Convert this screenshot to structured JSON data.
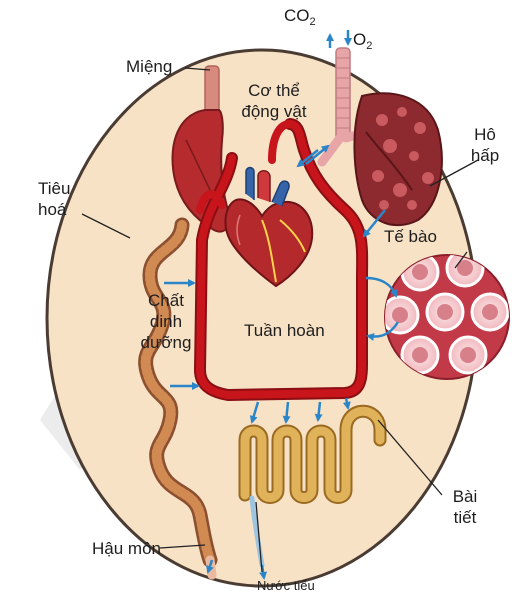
{
  "labels": {
    "co2": "CO",
    "co2_sub": "2",
    "o2": "O",
    "o2_sub": "2",
    "mouth": "Miệng",
    "animal_body_line1": "Cơ thể",
    "animal_body_line2": "động vật",
    "respiration_line1": "Hô",
    "respiration_line2": "hấp",
    "digestion_line1": "Tiêu",
    "digestion_line2": "hoá",
    "cells": "Tế bào",
    "nutrients_line1": "Chất",
    "nutrients_line2": "dinh",
    "nutrients_line3": "dưỡng",
    "circulation": "Tuần hoàn",
    "excretion_line1": "Bài",
    "excretion_line2": "tiết",
    "anus": "Hậu môn",
    "urine": "Nước tiểu"
  },
  "colors": {
    "body_fill": "#f8e2c6",
    "body_outline": "#4a3c33",
    "blood_vessel": "#c8141b",
    "arrow_blue": "#2a86c8",
    "lung": "#8c2a2f",
    "intestine": "#d08a52",
    "kidney_tubule": "#e0b35a"
  }
}
